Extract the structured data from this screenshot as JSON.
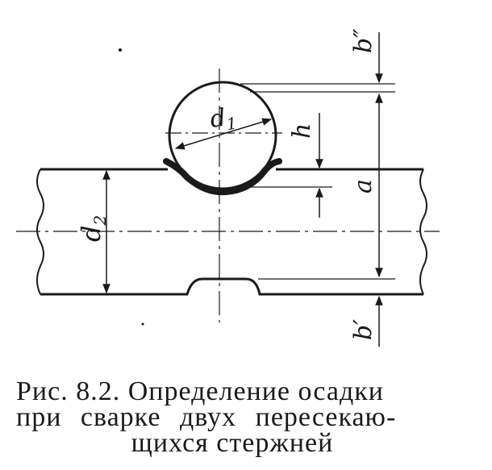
{
  "labels": {
    "d1": "d",
    "d1_sub": "1",
    "d2": "d",
    "d2_sub": "2",
    "h": "h",
    "a": "a",
    "b_double_prime": "b″",
    "b_prime": "b′"
  },
  "caption": {
    "line1": "Рис. 8.2. Определение осадки",
    "line2": "при сварке двух пересекаю-",
    "line3": "щихся стержней"
  },
  "colors": {
    "ink": "#1a1a1a",
    "background": "#ffffff"
  }
}
